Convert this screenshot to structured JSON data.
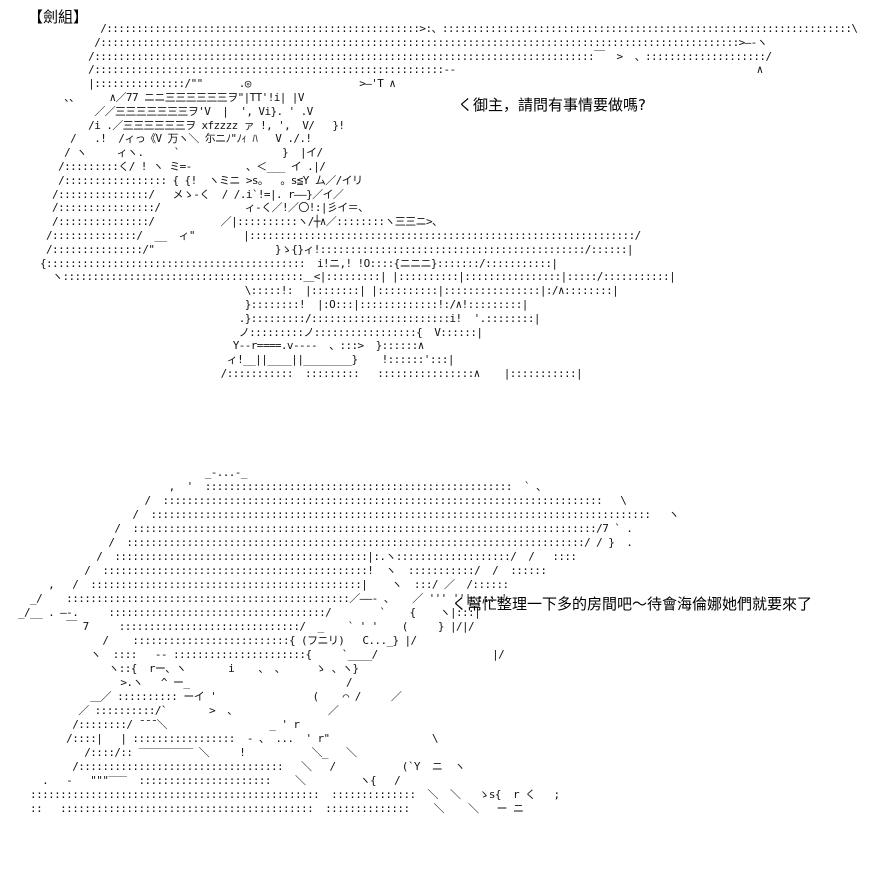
{
  "header": {
    "label": "【劍組】"
  },
  "art_top": {
    "lines": [
      "          /::::::::::::::::::::::::::::::::::::::::::::::::::::>:、::::::::::::::::::::::::::::::::::::::::::::::::::::::::::::::::::::\\",
      "         /::::::::::::::::::::::::::::::::::::::::::::::::::::::::::::::::::::::::::::::::::::::::::::::::::::::::::>―-ヽ",
      "        /:::::::::::::::::::::::::::::::::::::::::::::::::::::::::::::::::::::::::::::::::::￣  >  、::::::::::::::::::::/",
      "        /::::::::::::::::::::::::::::::::::::::::::::::::::::::::::--                                                  ∧",
      "        |:::::::::::::::/\"\"      .◎                  >―'T ∧",
      "    、、     ∧／77 ニニ三三三三三三ヲ\"|TT'!i| |V",
      "         ／／三三三三三三三ヲ'V  |  ', Vi}. ' .V",
      "        /i .／三三三三三三ヲ xfzzzz ァ !, ',  V/   }!",
      "     /   .!  /ィっ《V 万ヽ＼ 尓ニﾉ\"ﾉｨ ﾊ   V ./.!",
      "    / ヽ     ィヽ.     `                 }  |イ/",
      "   /:::::::::く/ ! ヽ ミ=-         、＜___ イ .|/",
      "   /::::::::::::::::: { {!  ヽミニ >s。  。s≦Y ム／/イリ",
      "  /:::::::::::::::/   メゝ-く  / /.i`!=|. r――}／イ／",
      "  /::::::::::::::::/              ィ-く／!／〇!:|彡イ＝、",
      "  /:::::::::::::::/           ／|::::::::::ヽ/┼∧／::::::::ヽ三三ニ>、",
      " /::::::::::::::/  __  ィ\"        |::::::::::::::::::::::::::::::::::::::::::::::::::::::::::::::::/",
      " /:::::::::::::::/\"                    }ゝ{}ィ!::::::::::::::::::::::::::::::::::::::::::::/::::::|",
      "{:::::::::::::::::::::::::::::::::::::::::::  i!ニ,! !O::::{ニニニ}:::::::/:::::::::::|",
      "  ヽ::::::::::::::::::::::::::::::::::::::::＿<|:::::::::| |::::::::::|::::::::::::::::|:::::/:::::::::::|",
      "                                  \\:::::!:  |::::::::| |::::::::::|::::::::::::::::|:/∧::::::::|",
      "                                  }::::::::!  |:O:::|:::::::::::::!:/∧!:::::::::|",
      "                                 .}:::::::::/:::::::::::::::::::::::i!  '.::::::::|",
      "                                 ノ:::::::::ノ:::::::::::::::::{  V::::::|",
      "                                Y--r====.v----  、:::>  }::::::∧",
      "                               ィ!__||____||________}    !::::::':::|",
      "                              /:::::::::::  :::::::::   ::::::::::::::::∧    |:::::::::::|"
    ]
  },
  "art_bottom": {
    "lines": [
      "                               _-...-_",
      "                         ,  '  :::::::::::::::::::::::::::::::::::::::::::::::::::  ` 、",
      "                     /  :::::::::::::::::::::::::::::::::::::::::::::::::::::::::::::::::::::::::   \\",
      "                   /  :::::::::::::::::::::::::::::::::::::::::::::::::::::::::::::::::::::::::::::::::::   ヽ",
      "                /  :::::::::::::::::::::::::::::::::::::::::::::::::::::::::::::::::::::::::::::/7 ` .",
      "               /  ::::::::::::::::::::::::::::::::::::::::::::::::::::::::::::::::::::::::::::/ / }  .",
      "             /  ::::::::::::::::::::::::::::::::::::::::::|:.ヽ:::::::::::::::::::/  /   ::::",
      "           /  ::::::::::::::::::::::::::::::::::::::::::::!  ヽ  :::::::::::/  /  ::::::",
      "     ,   /  :::::::::::::::::::::::::::::::::::::::::::::|    ヽ  :::/ ／  /::::::",
      "  _/    :::::::::::::::::::::::::::::::::::::::::::::::／――- 、   ／ ''' ''|:::::'",
      "_/__ . ―-.     ::::::::::::::::::::::::::::::::::::/        `    {    ヽ|:::|",
      "        ￣ 7     ::::::::::::::::::::::::::::::/  _    ` ' '    (     } |/|/",
      "              /    ::::::::::::::::::::::::::{ (フニリ)   C..._} |/",
      "            ヽ  ::::   -- ::::::::::::::::::::::{     `____/                   |/",
      "               ヽ::{  rー、ヽ       i    、 、     ゝ 、ヽ}",
      "                 >.ヽ   ^ ー_                          /",
      "            ＿／ :::::::::: ーイ '                (    ⌒ /     ／",
      "          ／ ::::::::::/`       >  、               ／",
      "         /::::::::/ ̄ ̄ ̄ ＼                 _ ' r",
      "        /::::|   | :::::::::::::::::  - 、 ...  ' r\"                 \\",
      "           /::::/:: ‾‾‾‾‾‾‾‾‾ ＼     !           ＼_   ＼",
      "         /::::::::::::::::::::::::::::::::::   ＼   /           (`Y  ニ  ヽ",
      "    .   -   \"\"\"‾‾‾  ::::::::::::::::::::::    ＼         ヽ{   /",
      "  ::::::::::::::::::::::::::::::::::::::::::::::::  ::::::::::::::  ＼  ＼   ゝs{  r く   ;",
      "  ::   ::::::::::::::::::::::::::::::::::::::::::  ::::::::::::::    ＼    ＼   ー ニ"
    ]
  },
  "dialogue": {
    "line1": "く御主，請問有事情要做嗎?",
    "line2": "く幫忙整理一下多的房間吧～待會海倫娜她們就要來了"
  }
}
